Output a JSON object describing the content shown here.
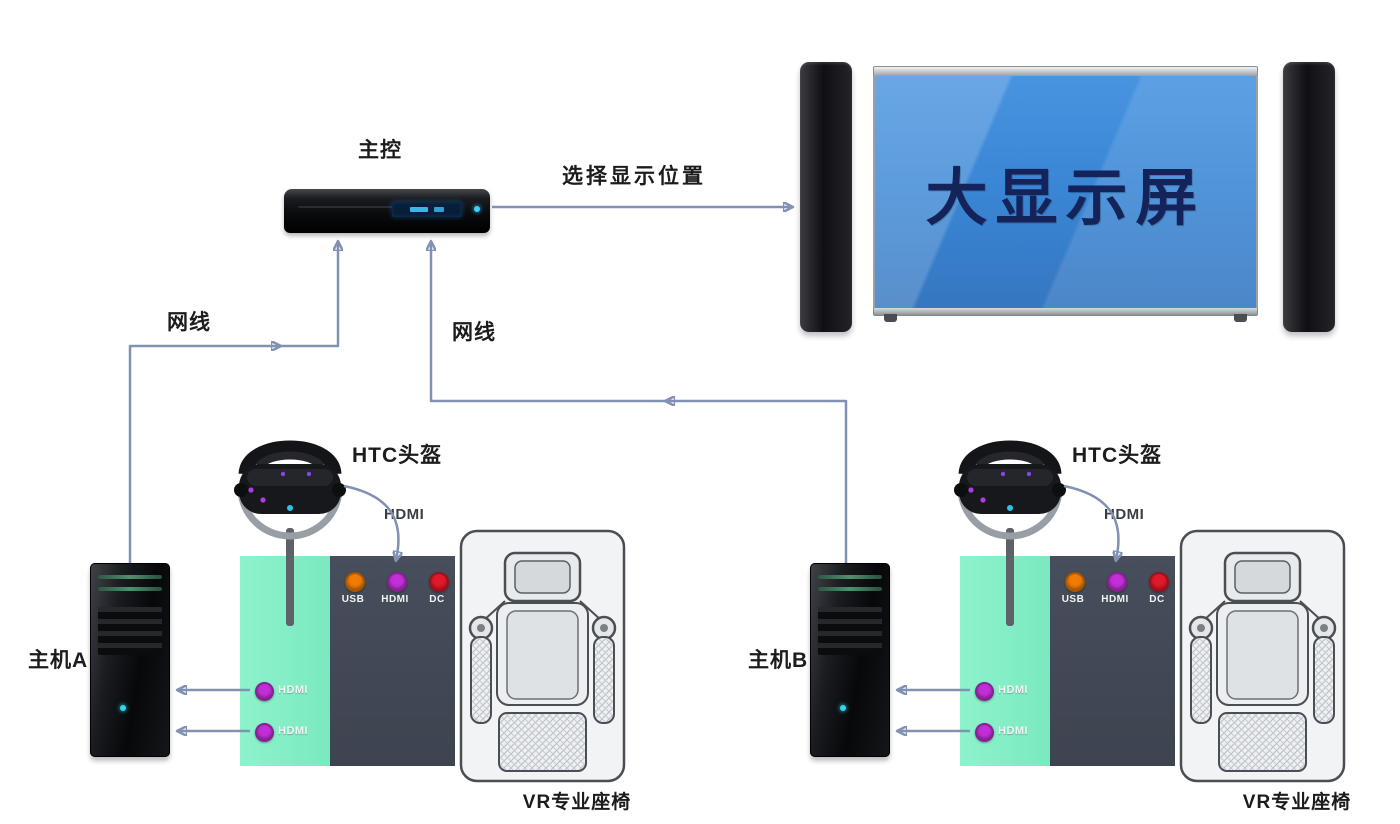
{
  "diagram": {
    "controller": {
      "label": "主控"
    },
    "display": {
      "label": "大显示屏",
      "connection_label": "选择显示位置"
    },
    "connections": {
      "lan_a_label": "网线",
      "lan_b_label": "网线"
    },
    "stations": [
      {
        "host_label": "主机A",
        "headset_label": "HTC头盔",
        "hdmi_cable_label": "HDMI",
        "top_ports": {
          "usb": "USB",
          "hdmi": "HDMI",
          "dc": "DC"
        },
        "side_ports": {
          "hdmi_1": "HDMI",
          "hdmi_2": "HDMI"
        },
        "seat_label": "VR专业座椅"
      },
      {
        "host_label": "主机B",
        "headset_label": "HTC头盔",
        "hdmi_cable_label": "HDMI",
        "top_ports": {
          "usb": "USB",
          "hdmi": "HDMI",
          "dc": "DC"
        },
        "side_ports": {
          "hdmi_1": "HDMI",
          "hdmi_2": "HDMI"
        },
        "seat_label": "VR专业座椅"
      }
    ],
    "colors": {
      "arrow": "#8191b2",
      "green_panel": "#7be9c0",
      "dark_panel": "#3d4450",
      "usb_port": "#f07c00",
      "hdmi_port": "#c22fd6",
      "dc_port": "#e0182a",
      "screen_blue": "#2f7fd2",
      "screen_text": "#14235a"
    }
  }
}
